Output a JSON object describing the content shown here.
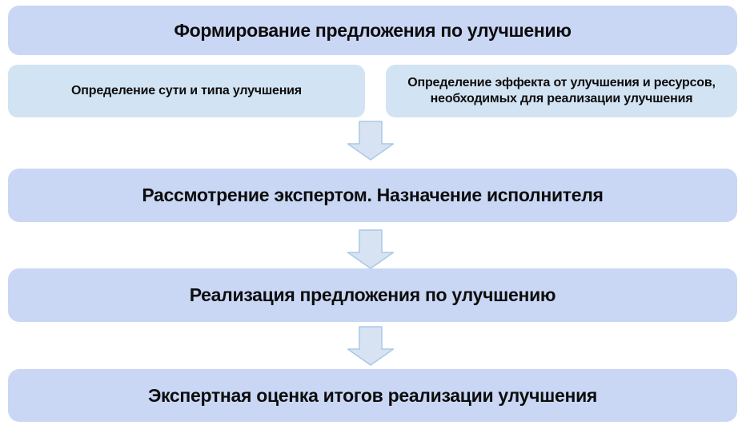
{
  "diagram": {
    "type": "flowchart",
    "direction": "top-down",
    "steps": [
      {
        "label": "Формирование предложения по улучшению"
      },
      {
        "label": "Рассмотрение экспертом. Назначение исполнителя"
      },
      {
        "label": "Реализация предложения по улучшению"
      },
      {
        "label": "Экспертная оценка итогов реализации улучшения"
      }
    ],
    "substeps": [
      {
        "label": "Определение сути и типа улучшения"
      },
      {
        "label": "Определение эффекта от улучшения и ресурсов, необходимых для реализации улучшения"
      }
    ],
    "connector_icon": "block-arrow-down",
    "colors": {
      "step_fill": "#c9d7f5",
      "substep_fill": "#d2e3f3",
      "arrow_fill": "#d7e3f2",
      "arrow_border": "#a9c9e5",
      "text": "#0d0d0d",
      "background": "#ffffff"
    }
  }
}
